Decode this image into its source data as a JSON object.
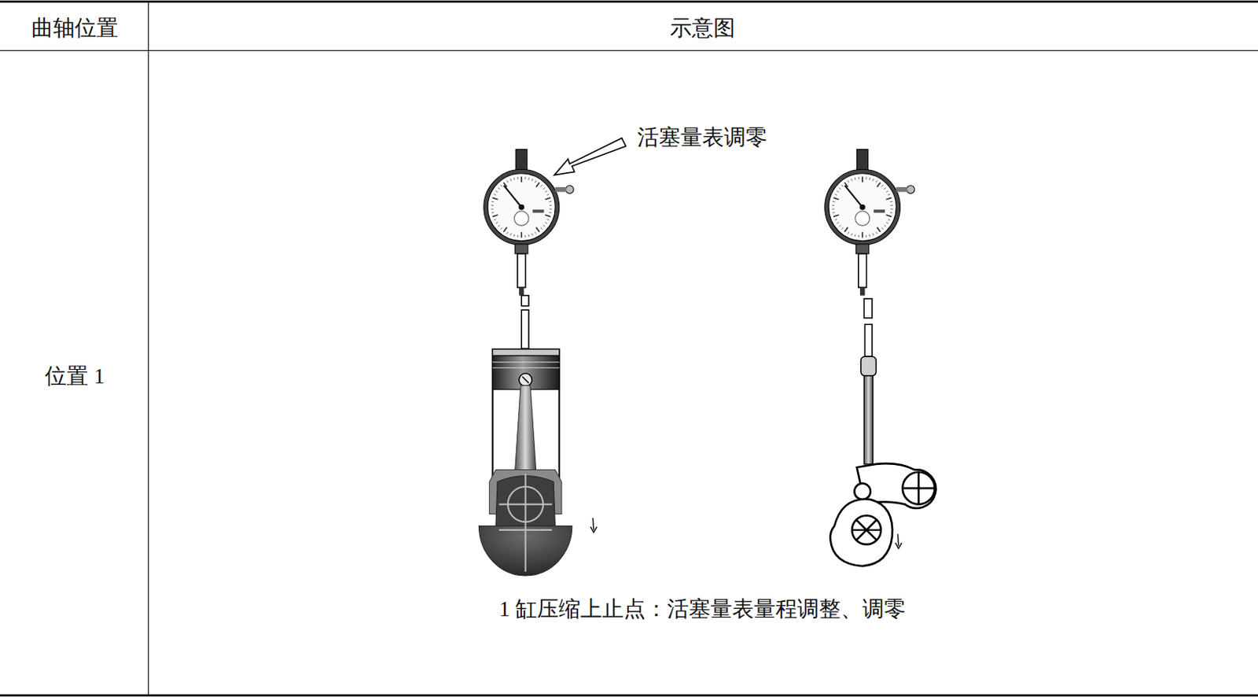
{
  "diagram": {
    "caption": "1 缸压缩上止点：活塞量表量程调整、调零",
    "labels": [
      "曲轴位置",
      "示意图",
      "位置 1",
      "活塞量表调零"
    ]
  }
}
